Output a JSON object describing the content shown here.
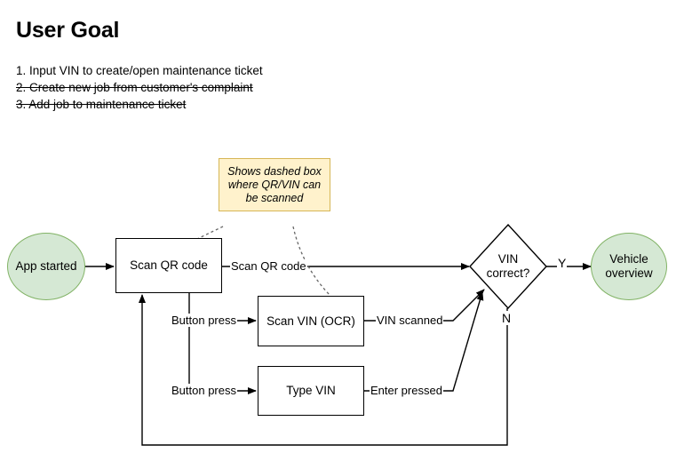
{
  "header": {
    "title": "User Goal",
    "goals": [
      {
        "text": "1. Input VIN to create/open maintenance ticket",
        "struck": false
      },
      {
        "text": "2. Create new job from customer's complaint",
        "struck": true
      },
      {
        "text": "3. Add job to maintenance ticket",
        "struck": true
      }
    ]
  },
  "colors": {
    "terminator_fill": "#d5e8d4",
    "terminator_stroke": "#82b366",
    "note_fill": "#fff2cc",
    "note_stroke": "#d6b656",
    "process_fill": "#ffffff",
    "process_stroke": "#000000",
    "connector": "#000000",
    "dashed_connector": "#666666"
  },
  "diagram": {
    "type": "flowchart",
    "nodes": {
      "start": {
        "label": "App started",
        "shape": "terminator"
      },
      "scan_qr": {
        "label": "Scan QR code",
        "shape": "process"
      },
      "scan_vin": {
        "label": "Scan VIN (OCR)",
        "shape": "process"
      },
      "type_vin": {
        "label": "Type VIN",
        "shape": "process"
      },
      "decision": {
        "label_line1": "VIN",
        "label_line2": "correct?",
        "shape": "decision"
      },
      "end": {
        "label_line1": "Vehicle",
        "label_line2": "overview",
        "shape": "terminator"
      },
      "note": {
        "label": "Shows dashed box where QR/VIN can be scanned",
        "shape": "note"
      }
    },
    "edges": [
      {
        "from": "start",
        "to": "scan_qr",
        "label": ""
      },
      {
        "from": "scan_qr",
        "to": "decision",
        "label": "Scan QR code"
      },
      {
        "from": "scan_qr",
        "to": "scan_vin",
        "label": "Button press"
      },
      {
        "from": "scan_qr",
        "to": "type_vin",
        "label": "Button press"
      },
      {
        "from": "scan_vin",
        "to": "decision",
        "label": "VIN scanned"
      },
      {
        "from": "type_vin",
        "to": "decision",
        "label": "Enter pressed"
      },
      {
        "from": "decision",
        "to": "end",
        "label": "Y"
      },
      {
        "from": "decision",
        "to": "scan_qr",
        "label": "N"
      },
      {
        "from": "note",
        "to": "scan_qr",
        "label": "",
        "style": "dashed"
      },
      {
        "from": "note",
        "to": "scan_vin",
        "label": "",
        "style": "dashed"
      }
    ]
  }
}
